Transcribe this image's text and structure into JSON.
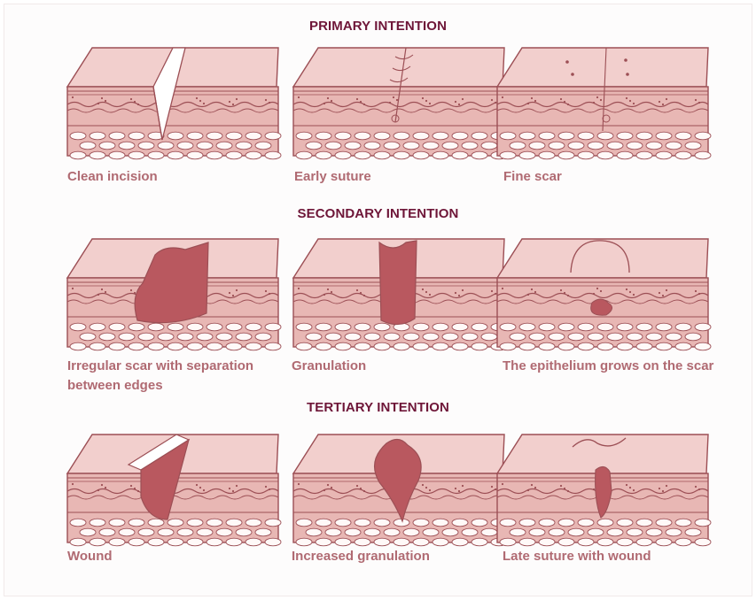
{
  "sections": [
    {
      "heading": "PRIMARY INTENTION",
      "panels": [
        {
          "caption": "Clean incision",
          "icon": "clean-incision-illustration"
        },
        {
          "caption": "Early suture",
          "icon": "early-suture-illustration"
        },
        {
          "caption": "Fine scar",
          "icon": "fine-scar-illustration"
        }
      ]
    },
    {
      "heading": "SECONDARY INTENTION",
      "panels": [
        {
          "caption": "Irregular scar with separation between edges",
          "icon": "irregular-scar-illustration"
        },
        {
          "caption": "Granulation",
          "icon": "granulation-illustration"
        },
        {
          "caption": "The epithelium grows on the scar",
          "icon": "epithelium-growth-illustration"
        }
      ]
    },
    {
      "heading": "TERTIARY INTENTION",
      "panels": [
        {
          "caption": "Wound",
          "icon": "wound-illustration"
        },
        {
          "caption": "Increased granulation",
          "icon": "increased-granulation-illustration"
        },
        {
          "caption": "Late suture with wound",
          "icon": "late-suture-illustration"
        }
      ]
    }
  ],
  "colors": {
    "heading": "#6e1638",
    "caption": "#b06a72",
    "skin": "#e8b7b4",
    "skin_top": "#f2cfcd",
    "skin_side": "#d99f9c",
    "outline": "#9c4f55",
    "lesion": "#b9585f",
    "fat": "#fff9f8"
  }
}
